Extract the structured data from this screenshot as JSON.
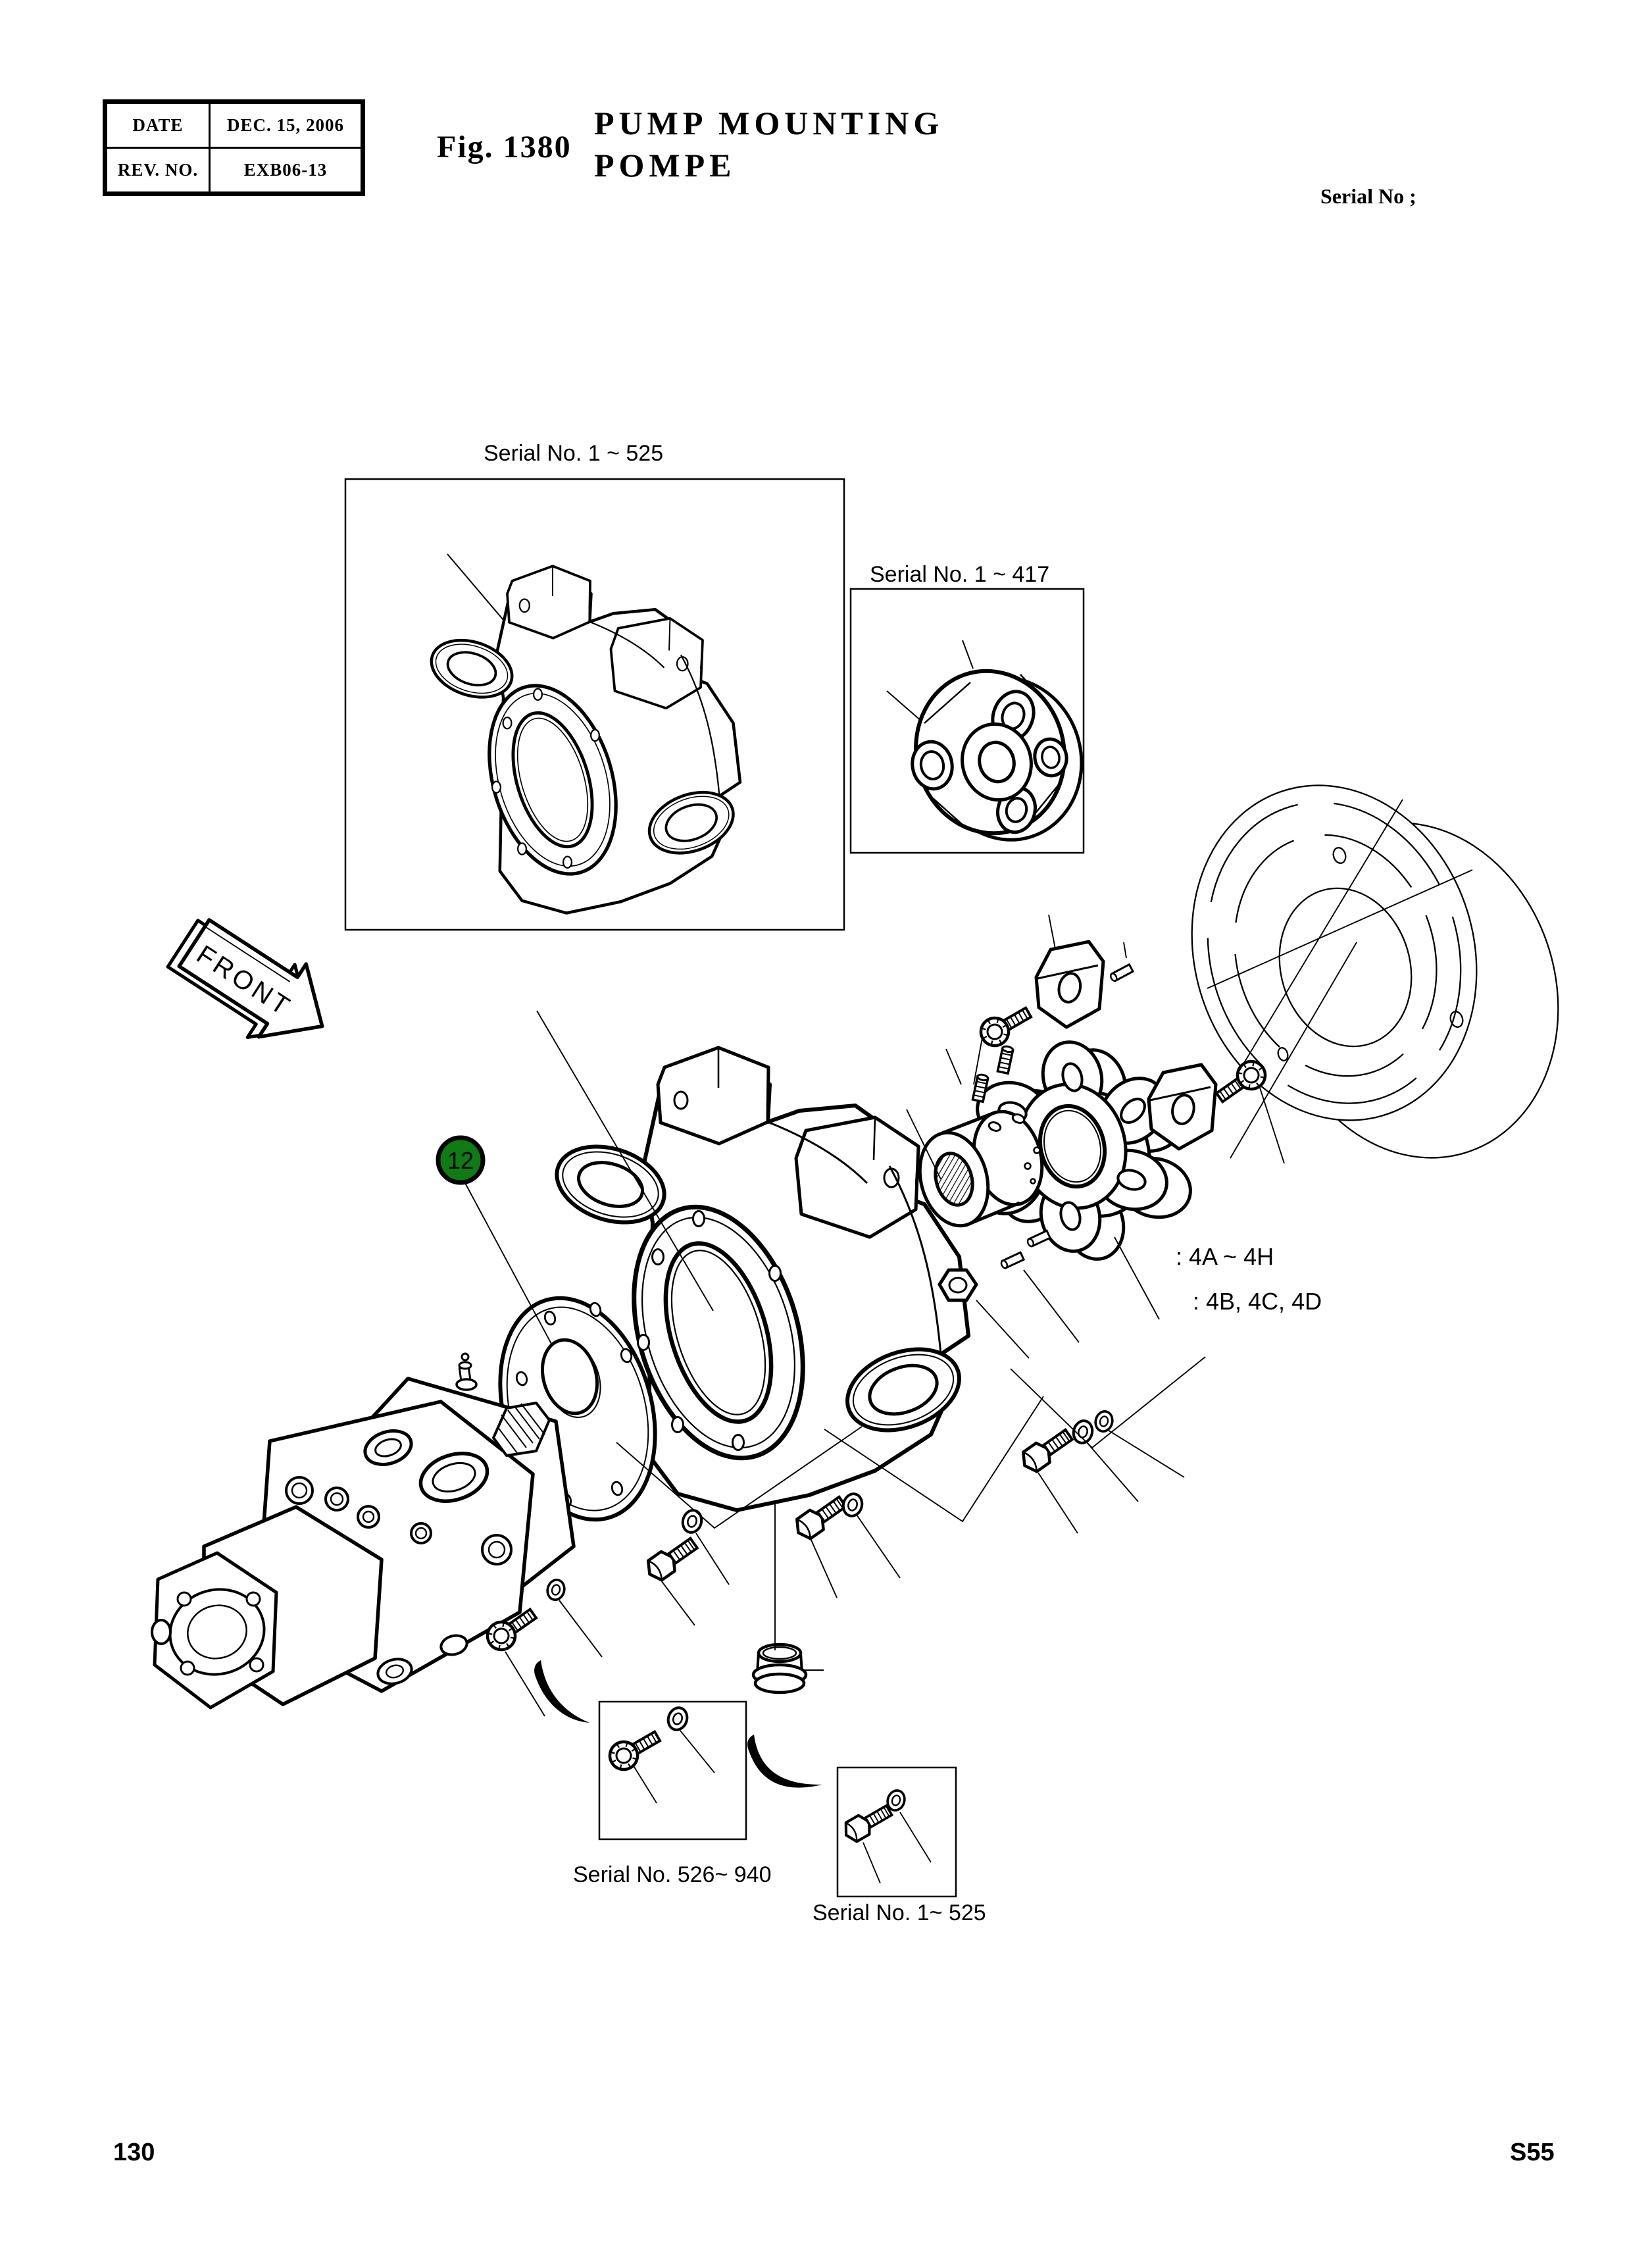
{
  "header": {
    "table": {
      "rows": [
        {
          "label": "DATE",
          "value": "DEC. 15, 2006"
        },
        {
          "label": "REV. NO.",
          "value": "EXB06-13"
        }
      ]
    },
    "figure_label": "Fig. 1380",
    "title_line1": "PUMP MOUNTING",
    "title_line2": "POMPE",
    "serial_note": "Serial No ;"
  },
  "diagram": {
    "front_label": "FRONT",
    "callout": {
      "number": "12",
      "color": "#0e7c12"
    },
    "labels": {
      "top_inset": "Serial No. 1 ~  525",
      "coupling_inset": "Serial No. 1 ~  417",
      "bottom_inset_left": "Serial No. 526~ 940",
      "bottom_inset_right": "Serial No. 1~ 525",
      "annotation_line1": ": 4A ~ 4H",
      "annotation_line2": ": 4B, 4C, 4D"
    }
  },
  "footer": {
    "page_number": "130",
    "section_code": "S55"
  }
}
